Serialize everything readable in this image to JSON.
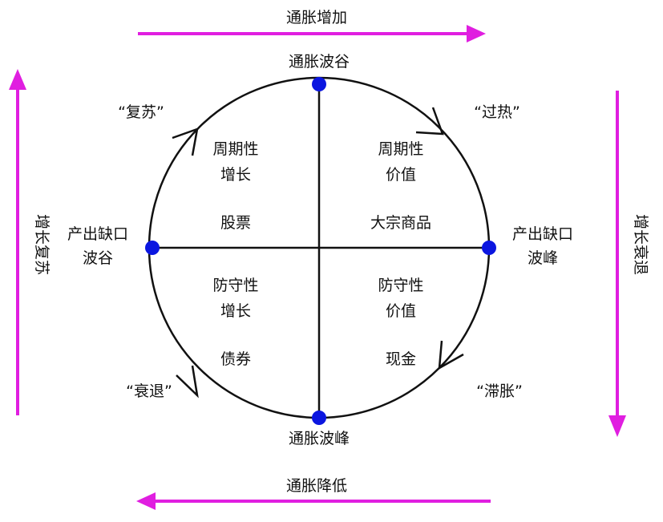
{
  "colors": {
    "arrow": "#e01ee0",
    "node": "#0b16e0",
    "line": "#111111"
  },
  "arrows": {
    "top": "通胀增加",
    "bottom": "通胀降低",
    "left": "增长复苏",
    "right": "增长衰退"
  },
  "nodes": {
    "top": "通胀波谷",
    "bottom": "通胀波峰",
    "left": [
      "产出缺口",
      "波谷"
    ],
    "right": [
      "产出缺口",
      "波峰"
    ]
  },
  "phases": {
    "upper_left": "“复苏”",
    "upper_right": "“过热”",
    "lower_left": "“衰退”",
    "lower_right": "“滞胀”"
  },
  "quadrants": {
    "upper_left": {
      "lines": [
        "周期性",
        "增长"
      ],
      "asset": "股票"
    },
    "upper_right": {
      "lines": [
        "周期性",
        "价值"
      ],
      "asset": "大宗商品"
    },
    "lower_left": {
      "lines": [
        "防守性",
        "增长"
      ],
      "asset": "债券"
    },
    "lower_right": {
      "lines": [
        "防守性",
        "价值"
      ],
      "asset": "现金"
    }
  }
}
